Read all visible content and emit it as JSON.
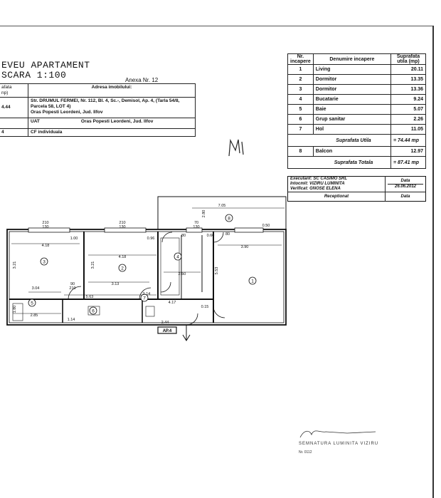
{
  "doc": {
    "title_line1": "EVEU APARTAMENT",
    "title_line2": "SCARA 1:100",
    "anexa": "Anexa Nr. 12"
  },
  "address_box": {
    "col_head1": "afata",
    "col_head2": "np)",
    "col_head_right": "Adresa imobilului:",
    "area": "4.44",
    "address": "Str. DRUMUL FERMEI, Nr. 112, Bl. 4, Sc.-, Demisol, Ap. 4, (Tarla 54/8, Parcela 58, LOT 4)",
    "address2": "Oras Popesti Leordeni, Jud. Ilfov",
    "uat_label": "UAT",
    "uat_value": "Oras Popesti Leordeni, Jud. Ilfov",
    "cf_num": "4",
    "cf_label": "CF individuala"
  },
  "rooms_table": {
    "head_nr": "Nr. incapere",
    "head_name": "Denumire incapere",
    "head_area": "Suprafata utila (mp)",
    "rows": [
      {
        "nr": "1",
        "name": "Living",
        "area": "20.11"
      },
      {
        "nr": "2",
        "name": "Dormitor",
        "area": "13.35"
      },
      {
        "nr": "3",
        "name": "Dormitor",
        "area": "13.36"
      },
      {
        "nr": "4",
        "name": "Bucatarie",
        "area": "9.24"
      },
      {
        "nr": "5",
        "name": "Baie",
        "area": "5.07"
      },
      {
        "nr": "6",
        "name": "Grup sanitar",
        "area": "2.26"
      },
      {
        "nr": "7",
        "name": "Hol",
        "area": "11.05"
      }
    ],
    "util_label": "Suprafata Utila",
    "util_value": "= 74.44 mp",
    "balcon_nr": "8",
    "balcon_name": "Balcon",
    "balcon_area": "12.97",
    "total_label": "Suprafata Totala",
    "total_value": "= 87.41 mp"
  },
  "executant": {
    "exec_label": "Executant:",
    "exec_value": "SC CASIMO SRL",
    "intocmit_label": "Intocmit:",
    "intocmit_value": "VIZIRU LUMINITA",
    "verificat_label": "Verificat:",
    "verificat_value": "GNOSE ELENA",
    "data_head": "Data",
    "data_value": "26.06.2012",
    "receptionat": "Receptionat",
    "data2": "Data"
  },
  "plan": {
    "room_labels": [
      "1",
      "2",
      "3",
      "4",
      "5",
      "6",
      "7",
      "8"
    ],
    "dims": {
      "d210_a": "210",
      "d130_a": "130",
      "d210_b": "210",
      "d130_b": "130",
      "d70": "70",
      "d130_c": "130",
      "d705": "7.05",
      "d280": "2.80",
      "d060": "0.60",
      "d080": "80",
      "d050": "0.50",
      "d100": "1.00",
      "d096": "0.96",
      "d418a": "4.18",
      "d418b": "4.18",
      "d321a": "3.21",
      "d321b": "3.21",
      "d390": "3.90",
      "d553": "5.53",
      "d250": "2.50",
      "d313": "3.13",
      "d304": "3.04",
      "d563": "5.63",
      "d014": "0.14",
      "d417": "4.17",
      "d015": "0.15",
      "d180": "1.80",
      "d285": "2.85",
      "d114": "1.14",
      "d244": "2.44",
      "door_90": "90",
      "door_210": "210",
      "door_80": "80"
    },
    "ap_label": "AP.4"
  },
  "signature": {
    "line1": "SEMNATURA LUMINITA VIZIRU",
    "line2": "Nr. 0112"
  }
}
